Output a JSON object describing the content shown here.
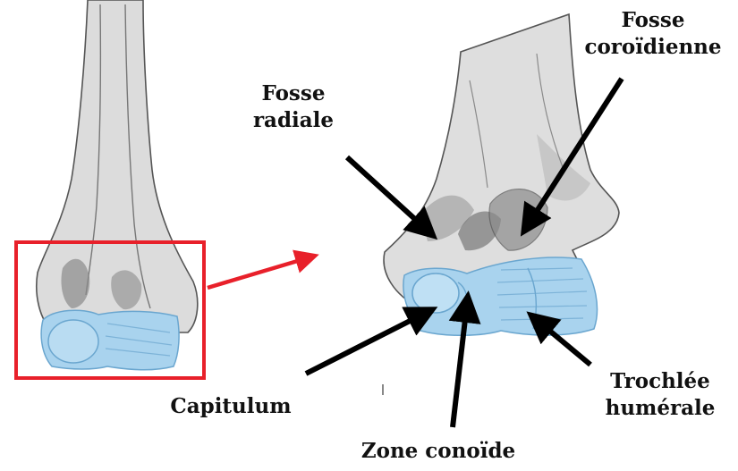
{
  "colors": {
    "bone_fill": "#dcdcdc",
    "bone_shade": "#9a9a9a",
    "bone_outline": "#555555",
    "cartilage_fill": "#a9d3ee",
    "cartilage_line": "#6aa6cf",
    "highlight_box": "#e8202a",
    "pointer_arrow": "#000000"
  },
  "labels": {
    "fosse_radiale": [
      "Fosse",
      "radiale"
    ],
    "fosse_coroidienne": [
      "Fosse",
      "coroïdienne"
    ],
    "capitulum": "Capitulum",
    "zone_conoide": "Zone conoïde",
    "trochlee_humerale": [
      "Trochlée",
      "humérale"
    ]
  }
}
